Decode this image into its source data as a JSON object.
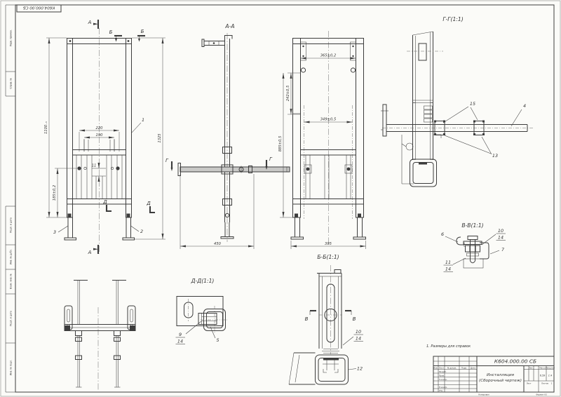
{
  "colors": {
    "paper": "#fbfbf8",
    "line": "#3c3c3c",
    "dim": "#555555",
    "fillgray": "#c9c9c7"
  },
  "corner_stamp": "К604.000.00 СБ",
  "note": "1. Размеры для справок",
  "front": {
    "dim_220": "220",
    "dim_190": "190",
    "dim_11": "11",
    "dim_185": "185±0,2",
    "dim_1100": "1100₋₅",
    "dim_1325": "1325",
    "mark_a_top": "А",
    "mark_a_bottom": "А",
    "mark_b_left": "Б",
    "mark_b_right": "Б",
    "mark_d_left": "Д",
    "mark_d_right": "Д",
    "callout_1": "1",
    "callout_2": "2",
    "callout_3": "3"
  },
  "section_aa": {
    "label": "А-А",
    "dim_450": "450",
    "mark_g_left": "Г",
    "mark_g_right": "Г"
  },
  "side_view": {
    "dim_365": "365±0,2",
    "dim_242": "242±0,5",
    "dim_349": "349±0,5",
    "dim_885": "885±0,5",
    "dim_395": "395"
  },
  "section_bb": {
    "label": "Б-Б(1:1)",
    "mark_v_left": "В",
    "mark_v_right": "В",
    "callout_10": "10",
    "callout_14": "14",
    "callout_12": "12"
  },
  "section_gg": {
    "label": "Г-Г(1:1)",
    "callout_15": "15",
    "callout_4": "4",
    "callout_13": "13"
  },
  "section_vv": {
    "label": "В-В(1:1)",
    "callout_6": "6",
    "callout_10": "10",
    "callout_14a": "14",
    "callout_7": "7",
    "callout_11": "11",
    "callout_14b": "14"
  },
  "section_dd": {
    "label": "Д-Д(1:1)",
    "callout_9": "9",
    "callout_14": "14",
    "callout_5": "5"
  },
  "title_block": {
    "doc_number": "К604.000.00 СБ",
    "name_line1": "Инсталляция",
    "name_line2": "(Сборочный чертеж)",
    "col_izm": "Изм.",
    "col_list": "Лист",
    "col_doc": "№ докум.",
    "col_podp": "Подп.",
    "col_data": "Дата",
    "row_razrab": "Разраб.",
    "row_prov": "Пров.",
    "row_tkontr": "Т.контр.",
    "row_nkontr": "Н.контр.",
    "row_utv": "Утв.",
    "lit": "Лит.",
    "massa": "Масса",
    "masshtab": "Масштаб",
    "massa_value": "6,59",
    "scale_value": "1:4",
    "list": "Лист",
    "listov": "Листов",
    "listov_value": "1",
    "kopiroval": "Копировал",
    "format": "Формат А3"
  },
  "margin_labels": {
    "perv_primen": "Перв. примен.",
    "sprav": "Справ. №",
    "podp_data_top": "Подп. и дата",
    "inv_dubl": "Инв. № дубл.",
    "vzam_inv": "Взам. инв. №",
    "podp_data_bottom": "Подп. и дата",
    "inv_podl": "Инв. № подл."
  }
}
